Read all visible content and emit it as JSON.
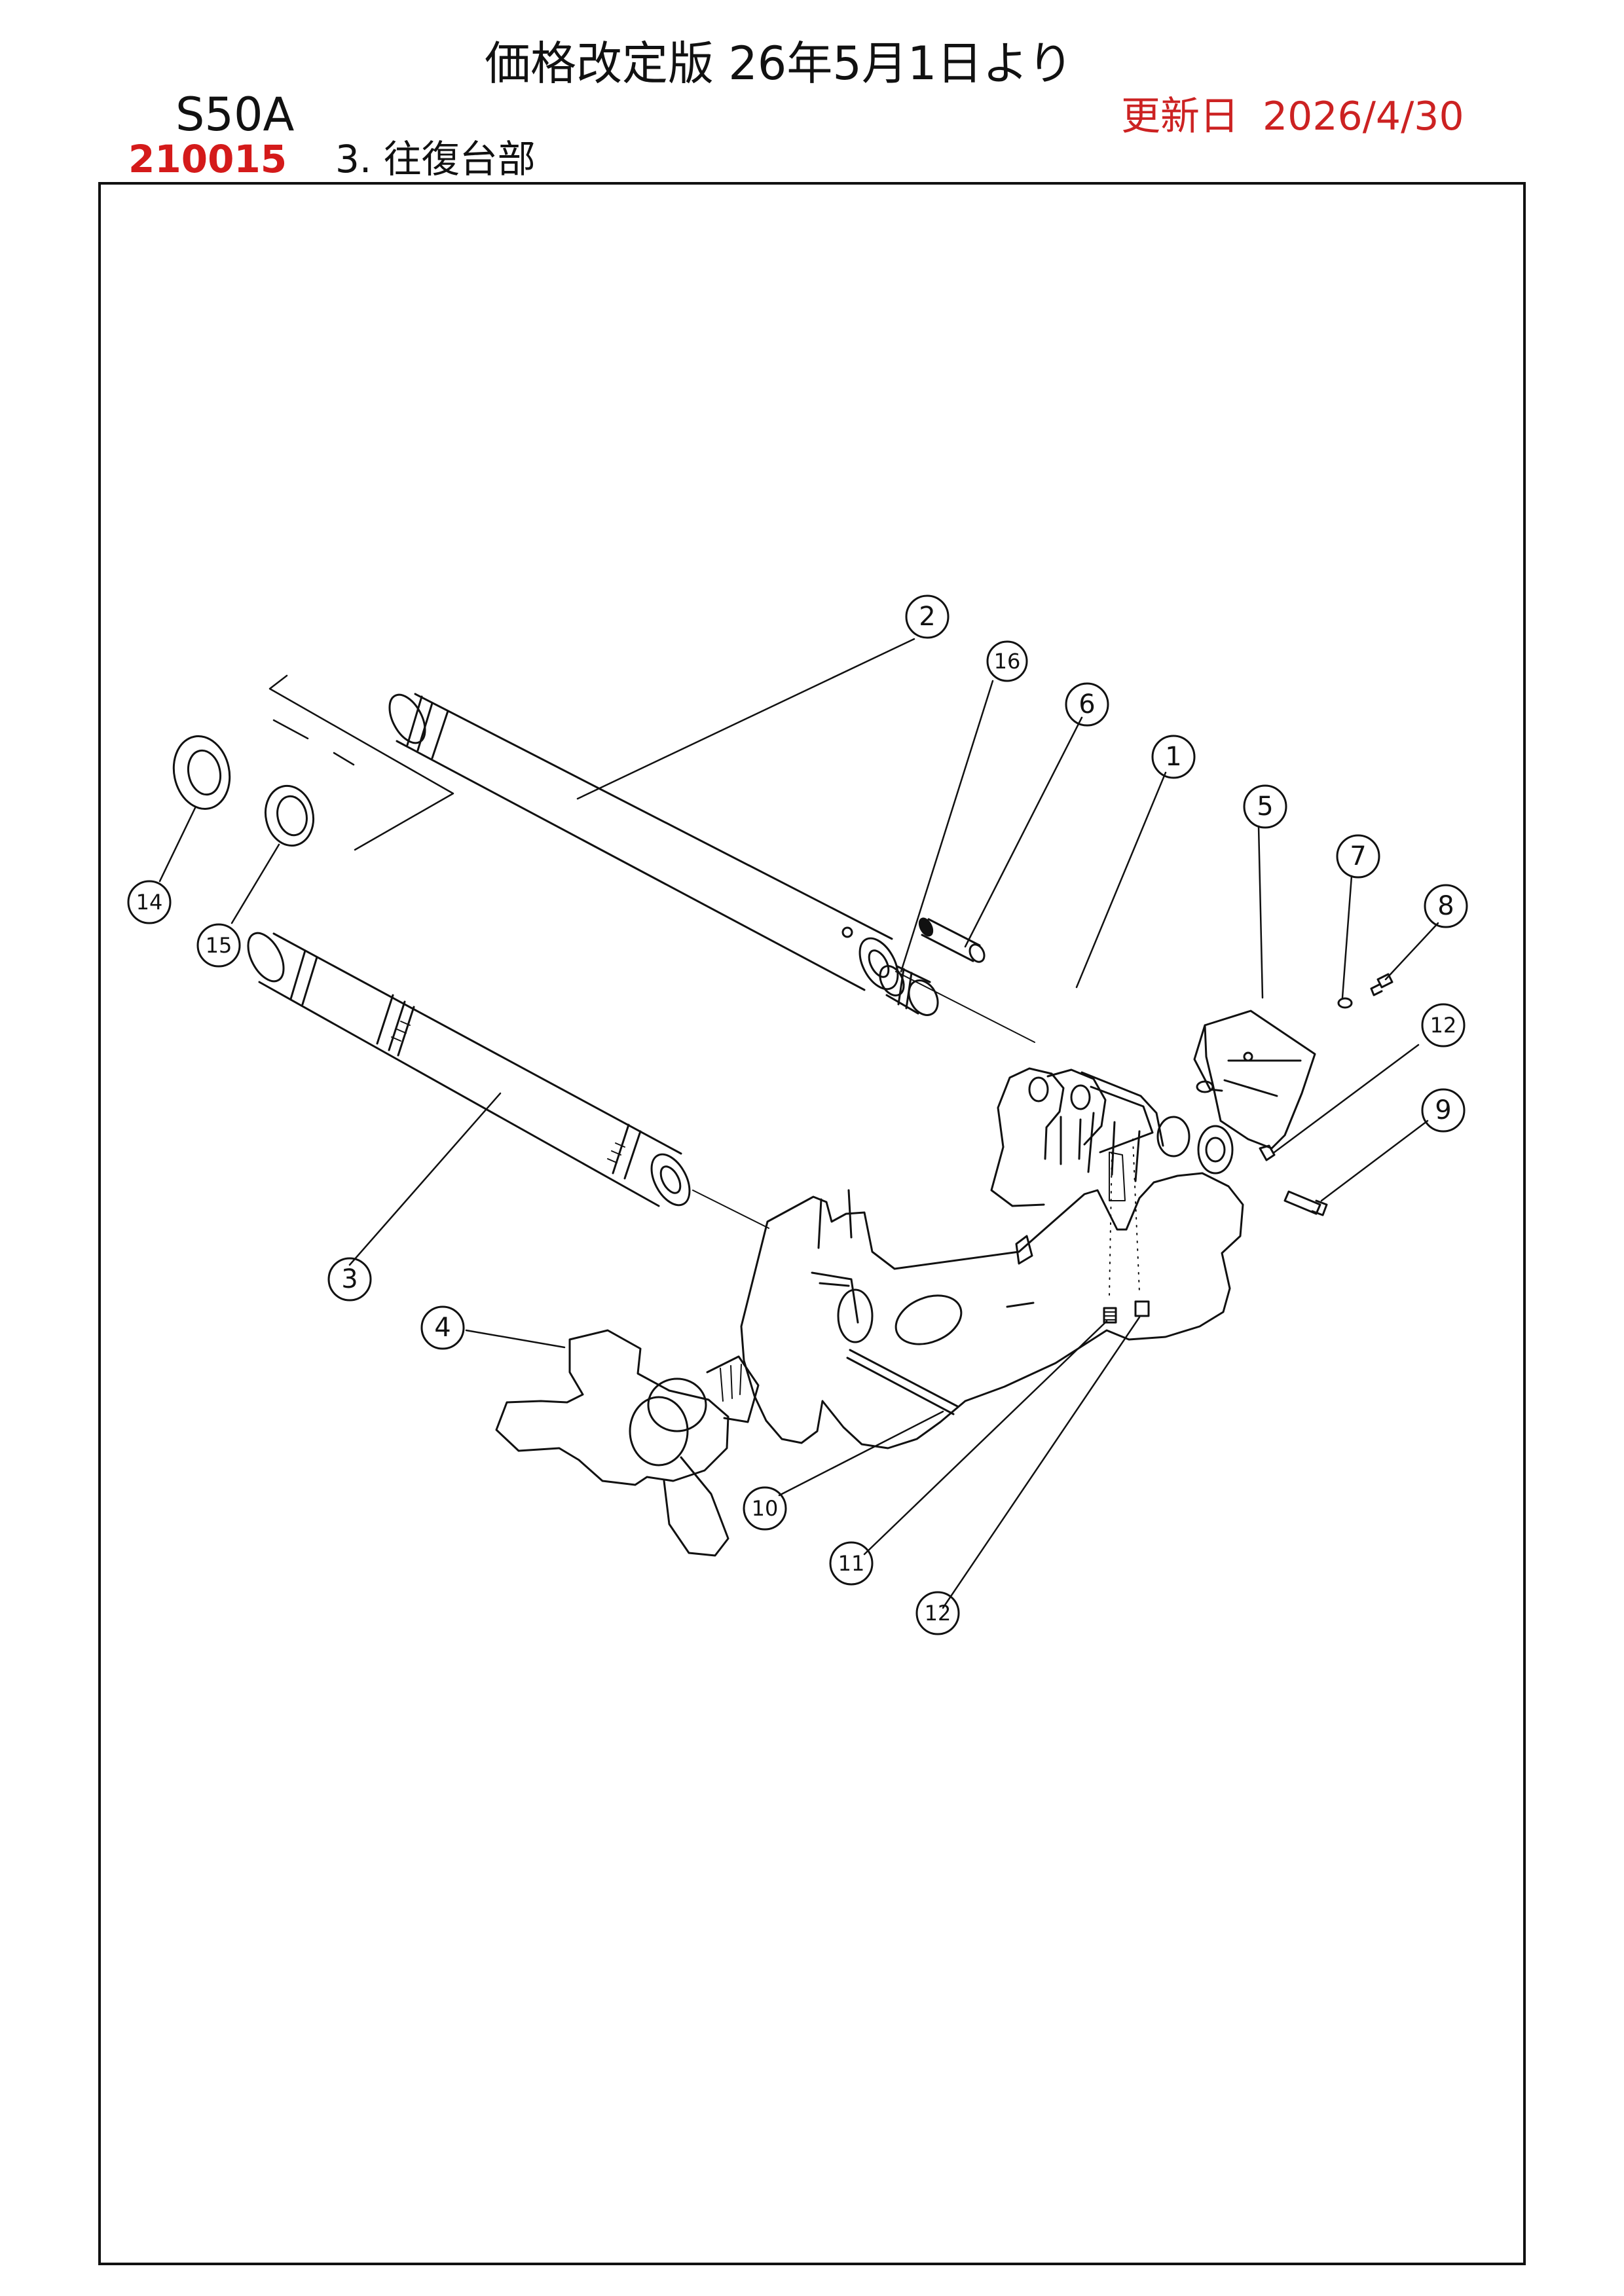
{
  "header": {
    "price_title": "価格改定版 26年5月1日より",
    "model": "S50A",
    "updated_label": "更新日",
    "updated_date": "2026/4/30",
    "part_code": "210015",
    "section_title": "3. 往復台部"
  },
  "callouts": [
    "1",
    "2",
    "3",
    "4",
    "5",
    "6",
    "7",
    "8",
    "9",
    "10",
    "11",
    "12",
    "12",
    "14",
    "15",
    "16"
  ],
  "colors": {
    "code_red": "#d41a1a",
    "date_red": "#cc2222",
    "line": "#111111"
  }
}
